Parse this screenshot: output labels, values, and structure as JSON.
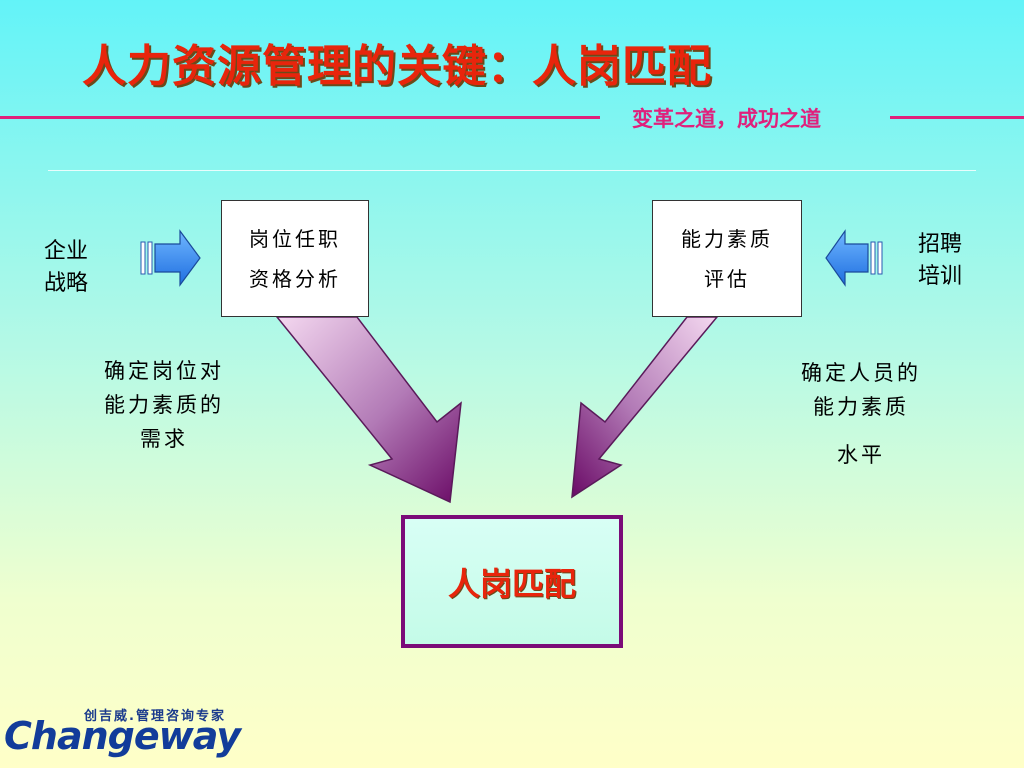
{
  "header": {
    "title": "人力资源管理的关键：人岗匹配",
    "subtitle": "变革之道，成功之道"
  },
  "diagram": {
    "left_input": [
      "企业",
      "战略"
    ],
    "left_box": [
      "岗位任职",
      "资格分析"
    ],
    "left_desc": [
      "确定岗位对",
      "能力素质的",
      "需求"
    ],
    "right_input": [
      "招聘",
      "培训"
    ],
    "right_box": [
      "能力素质",
      "评估"
    ],
    "right_desc": [
      "确定人员的",
      "能力素质",
      "水平"
    ],
    "center": "人岗匹配"
  },
  "logo": {
    "tagline": "创吉威.管理咨询专家",
    "name": "Changeway"
  },
  "colors": {
    "title": "#e8250c",
    "accent": "#e0207c",
    "frame": "#7b0b78",
    "input_arrow": "#3d8ef0",
    "logo": "#123c9a"
  }
}
